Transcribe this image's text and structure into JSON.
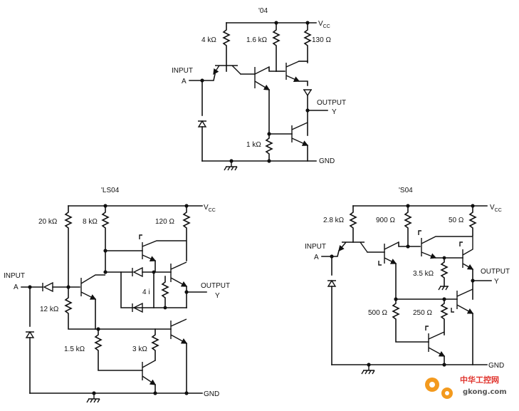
{
  "circuits": {
    "c04": {
      "title": "'04",
      "vcc": "V",
      "vcc_sub": "CC",
      "input": "INPUT",
      "input_pin": "A",
      "output": "OUTPUT",
      "output_pin": "Y",
      "gnd": "GND",
      "r1": "4 kΩ",
      "r2": "1.6 kΩ",
      "r3": "130 Ω",
      "r4": "1 kΩ"
    },
    "ls04": {
      "title": "'LS04",
      "vcc": "V",
      "vcc_sub": "CC",
      "input": "INPUT",
      "input_pin": "A",
      "output": "OUTPUT",
      "output_pin": "Y",
      "gnd": "GND",
      "r1": "20 kΩ",
      "r2": "8 kΩ",
      "r3": "120 Ω",
      "r4": "4 i",
      "r5": "12 kΩ",
      "r6": "1.5 kΩ",
      "r7": "3 kΩ"
    },
    "s04": {
      "title": "'S04",
      "vcc": "V",
      "vcc_sub": "CC",
      "input": "INPUT",
      "input_pin": "A",
      "output": "OUTPUT",
      "output_pin": "Y",
      "gnd": "GND",
      "r1": "2.8 kΩ",
      "r2": "900 Ω",
      "r3": "50 Ω",
      "r4": "3.5 kΩ",
      "r5": "500 Ω",
      "r6": "250 Ω"
    }
  },
  "watermark": {
    "cn_text": "中华工控网",
    "url": "gkong.com"
  },
  "colors": {
    "ink": "#111111",
    "watermark_orange": "#f39a1e",
    "watermark_red": "#e0322b"
  }
}
